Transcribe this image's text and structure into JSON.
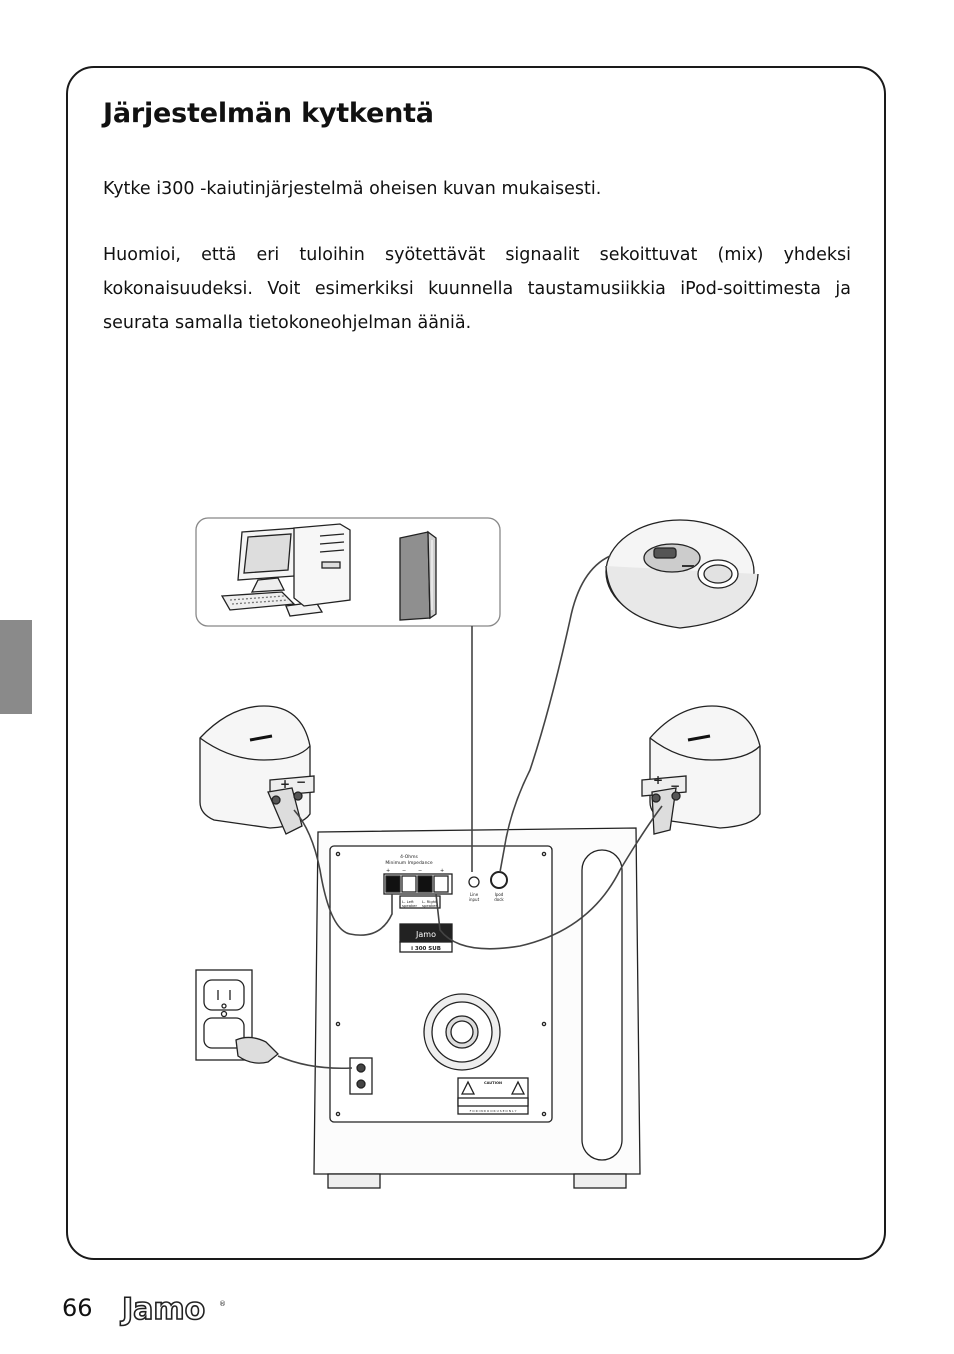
{
  "page": {
    "title": "Järjestelmän kytkentä",
    "paragraph_1": "Kytke i300 -kaiutinjärjestelmä oheisen kuvan mukaisesti.",
    "paragraph_2": "Huomioi, että eri tuloihin syötettävät signaalit sekoittuvat (mix) yhdeksi kokonaisuudeksi. Voit esimerkiksi kuunnella taustamusiikkia iPod-soittimesta ja seurata samalla tietokoneohjelman ääniä.",
    "page_number": "66",
    "brand": "Jamo",
    "brand_mark": "®"
  },
  "diagram": {
    "sub_panel": {
      "impedance_label_1": "4-Ohms",
      "impedance_label_2": "Minimum Impedance",
      "plus": "+",
      "minus": "−",
      "left_speaker_label_1": "L- Left",
      "left_speaker_label_2": "speaker",
      "right_speaker_label_1": "L- Right",
      "right_speaker_label_2": "speaker",
      "line_input_1": "Line",
      "line_input_2": "input",
      "ipod_dock_1": "Ipod",
      "ipod_dock_2": "dock",
      "model_label": "i 300 SUB",
      "brand_badge": "Jamo",
      "caution_label": "CAUTION",
      "indoor_label": "F O R   I N D O O R   U S E   O N L Y"
    },
    "speaker_left": {
      "plus": "+",
      "minus": "−"
    },
    "speaker_right": {
      "plus": "+",
      "minus": "−"
    }
  }
}
